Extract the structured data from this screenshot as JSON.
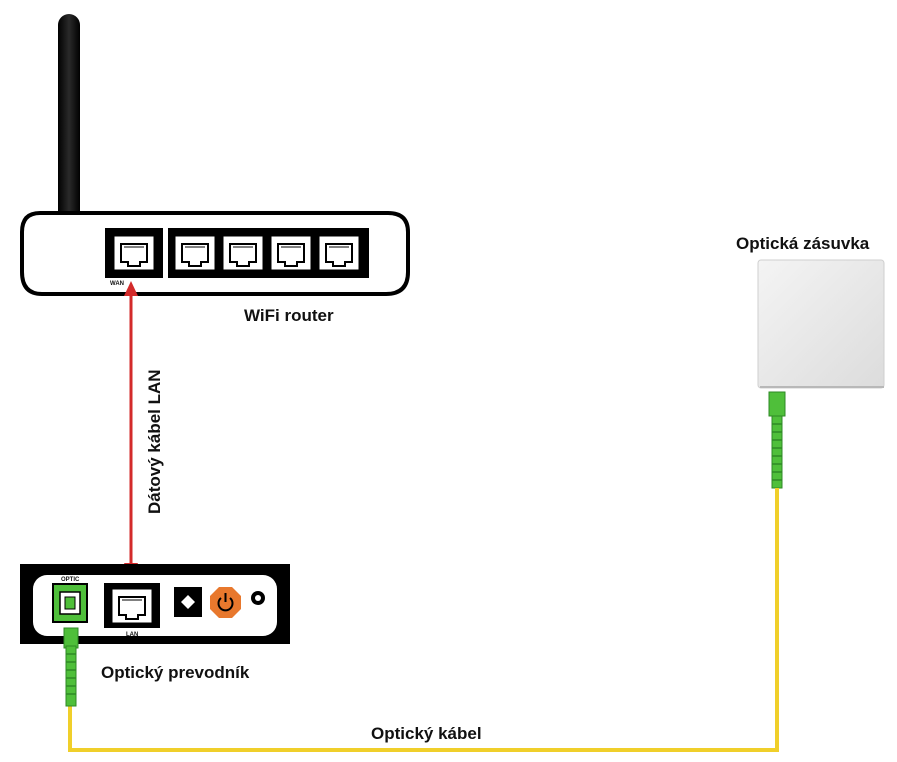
{
  "labels": {
    "wifi_router": "WiFi router",
    "optical_socket": "Optická zásuvka",
    "lan_cable": "Dátový kábel LAN",
    "optical_converter": "Optický prevodník",
    "optical_cable": "Optický kábel"
  },
  "port_labels": {
    "wan": "WAN",
    "lan": "LAN",
    "optic": "OPTIC"
  },
  "colors": {
    "fiber": "#f0cf2a",
    "lan_arrow": "#d32a2a",
    "connector_green": "#4fbf3a",
    "power_orange": "#e8782d",
    "socket_body": "#ededed"
  }
}
